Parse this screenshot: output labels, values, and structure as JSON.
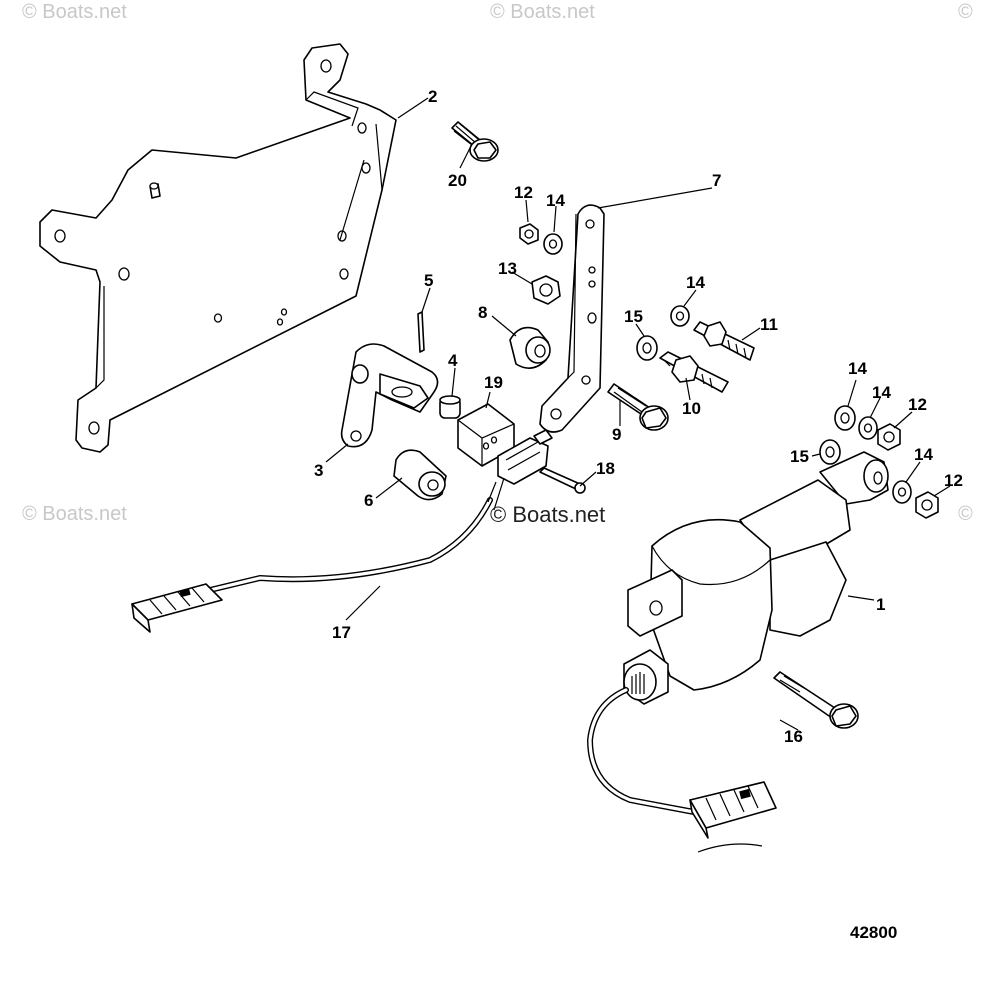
{
  "watermarks": {
    "top_left": "© Boats.net",
    "top_center": "© Boats.net",
    "top_right": "©",
    "mid_left": "© Boats.net",
    "mid_right": "©",
    "center": "© Boats.net"
  },
  "figure_number": "42800",
  "callouts": [
    {
      "id": "c1",
      "text": "1"
    },
    {
      "id": "c2",
      "text": "2"
    },
    {
      "id": "c3",
      "text": "3"
    },
    {
      "id": "c4",
      "text": "4"
    },
    {
      "id": "c5",
      "text": "5"
    },
    {
      "id": "c6",
      "text": "6"
    },
    {
      "id": "c7",
      "text": "7"
    },
    {
      "id": "c8",
      "text": "8"
    },
    {
      "id": "c9",
      "text": "9"
    },
    {
      "id": "c10",
      "text": "10"
    },
    {
      "id": "c11",
      "text": "11"
    },
    {
      "id": "c12a",
      "text": "12"
    },
    {
      "id": "c12b",
      "text": "12"
    },
    {
      "id": "c12c",
      "text": "12"
    },
    {
      "id": "c13",
      "text": "13"
    },
    {
      "id": "c14a",
      "text": "14"
    },
    {
      "id": "c14b",
      "text": "14"
    },
    {
      "id": "c14c",
      "text": "14"
    },
    {
      "id": "c14d",
      "text": "14"
    },
    {
      "id": "c14e",
      "text": "14"
    },
    {
      "id": "c15a",
      "text": "15"
    },
    {
      "id": "c15b",
      "text": "15"
    },
    {
      "id": "c16",
      "text": "16"
    },
    {
      "id": "c17",
      "text": "17"
    },
    {
      "id": "c18",
      "text": "18"
    },
    {
      "id": "c19",
      "text": "19"
    },
    {
      "id": "c20",
      "text": "20"
    }
  ]
}
